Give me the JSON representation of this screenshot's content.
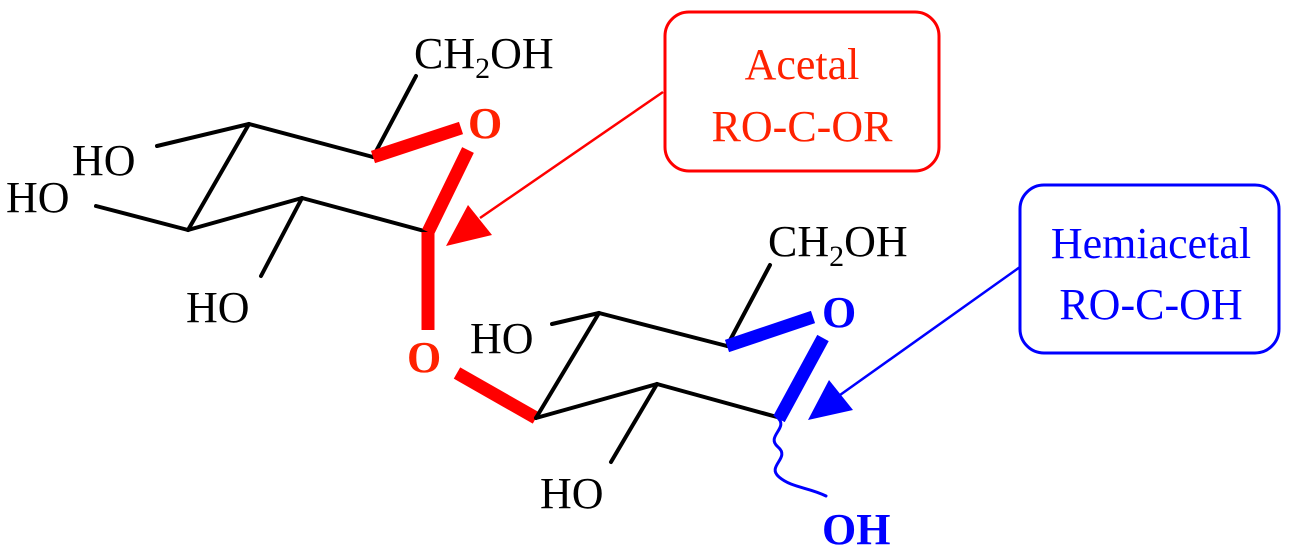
{
  "colors": {
    "acetal": "#ff0000",
    "acetal_text": "#ff2200",
    "hemiacetal": "#0000ff",
    "bond": "#000000"
  },
  "labels": {
    "ch2oh_top_main": "CH",
    "ch2oh_top_sub": "2",
    "ch2oh_top_end": "OH",
    "ho_1": "HO",
    "ho_2": "HO",
    "ho_3": "HO",
    "ring1_oxygen": "O",
    "bridge_oxygen": "O",
    "ch2oh_bottom_main": "CH",
    "ch2oh_bottom_sub": "2",
    "ch2oh_bottom_end": "OH",
    "ho_4": "HO",
    "ho_5": "HO",
    "ring2_oxygen": "O",
    "anomeric_oh": "OH"
  },
  "callouts": {
    "acetal": {
      "title": "Acetal",
      "formula": "RO-C-OR"
    },
    "hemiacetal": {
      "title": "Hemiacetal",
      "formula": "RO-C-OH"
    }
  }
}
